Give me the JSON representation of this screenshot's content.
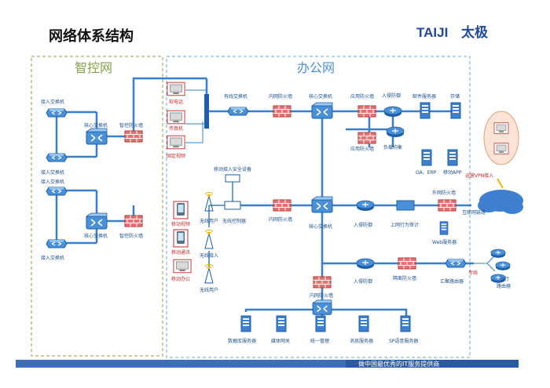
{
  "page": {
    "title": "网络体系结构"
  },
  "logo": {
    "brand": "TAIJI",
    "brand_cn": "太极"
  },
  "footer": {
    "slogan": "做中国最优秀的IT服务提供商"
  },
  "zones": {
    "control": "智控网",
    "office": "办公网"
  },
  "control_zone": {
    "access_switches": [
      "接入交换机",
      "接入交换机",
      "接入交换机",
      "接入交换机"
    ],
    "core_switches": [
      "核心交换机",
      "核心交换机"
    ],
    "firewalls": [
      "智控防火墙",
      "智控防火墙"
    ]
  },
  "office_zone": {
    "terminals": [
      "软电话",
      "传真机",
      "固定视频"
    ],
    "wired_switch": "有线交换机",
    "intranet_firewalls": [
      "内网防火墙",
      "内网防火墙",
      "内网防火墙"
    ],
    "core_switches": [
      "核心交换机",
      "核心交换机"
    ],
    "app_firewalls": [
      "应用防火墙",
      "应用防火墙"
    ],
    "ids": "入侵防御",
    "load_balancer": "负载均衡",
    "mail_server": "邮件服务器",
    "storage": "存储",
    "oa_erp": "OA、ERP",
    "mobile_app": "移动APP",
    "mobile_security": "移动接入安全设备",
    "wireless_controller": "无线控制器",
    "wireless_access": "无线接入",
    "wireless_users": [
      "无线用户",
      "无线用户"
    ],
    "mobile_devices": [
      "移动视频",
      "移动通讯",
      "移动办公"
    ],
    "ids2": "入侵防御",
    "ids3": "入侵防御",
    "behavior_audit": "上网行为审计",
    "external_firewall": "外网防火墙",
    "web_server": "Web服务器",
    "internet_link": "互联网链路",
    "vpn_access": "运营VPN接入",
    "isolation_firewall": "隔离防火墙",
    "aggregation_router": "汇聚路由器",
    "dedicated_line": "专线",
    "branch_router": [
      "分行",
      "路由器"
    ],
    "bottom_servers": [
      "数据库服务器",
      "媒体网关",
      "统一管理",
      "消息服务器",
      "SP语音服务器"
    ]
  }
}
